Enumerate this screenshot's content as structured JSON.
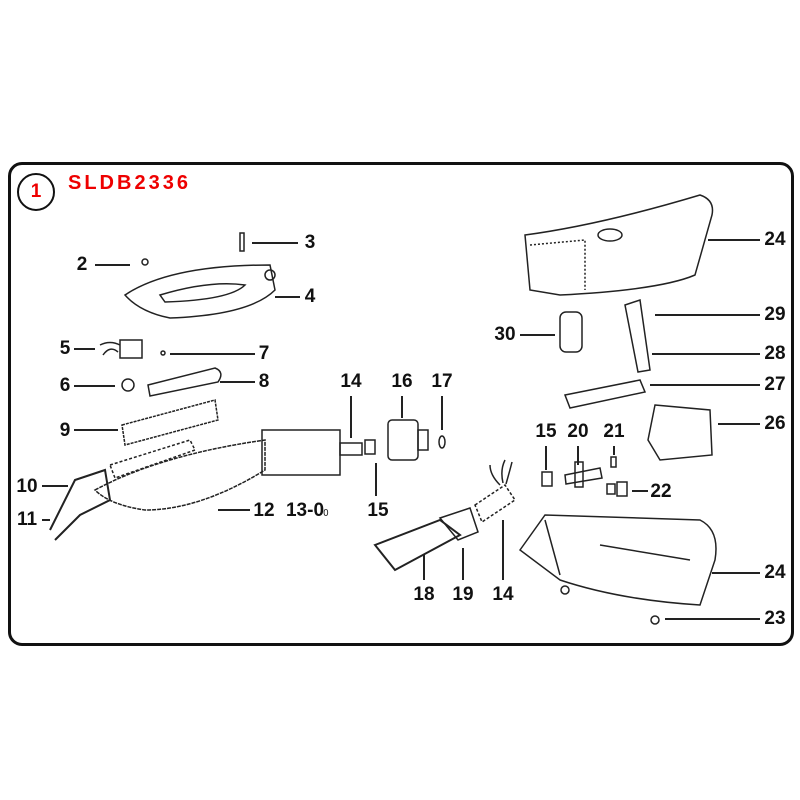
{
  "diagram": {
    "index": "1",
    "title": "SLDB2336",
    "callouts": [
      "2",
      "3",
      "4",
      "5",
      "7",
      "6",
      "8",
      "9",
      "10",
      "11",
      "12",
      "13-0",
      "14",
      "15",
      "16",
      "17",
      "18",
      "19",
      "14",
      "15",
      "20",
      "21",
      "22",
      "24",
      "29",
      "30",
      "28",
      "27",
      "26",
      "24",
      "23"
    ]
  }
}
